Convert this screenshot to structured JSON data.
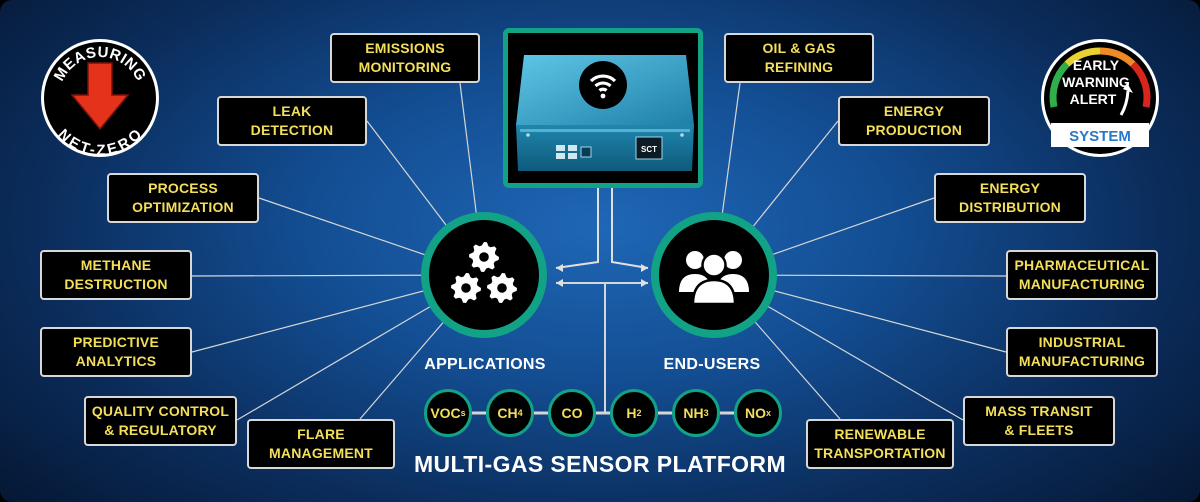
{
  "title": "MULTI-GAS SENSOR PLATFORM",
  "hubs": {
    "applications_label": "APPLICATIONS",
    "end_users_label": "END-USERS"
  },
  "applications": [
    {
      "id": "emissions-monitoring",
      "label": "EMISSIONS\nMONITORING"
    },
    {
      "id": "leak-detection",
      "label": "LEAK\nDETECTION"
    },
    {
      "id": "process-optimization",
      "label": "PROCESS\nOPTIMIZATION"
    },
    {
      "id": "methane-destruction",
      "label": "METHANE\nDESTRUCTION"
    },
    {
      "id": "predictive-analytics",
      "label": "PREDICTIVE\nANALYTICS"
    },
    {
      "id": "quality-control",
      "label": "QUALITY CONTROL\n& REGULATORY"
    },
    {
      "id": "flare-management",
      "label": "FLARE\nMANAGEMENT"
    }
  ],
  "end_users": [
    {
      "id": "oil-gas-refining",
      "label": "OIL & GAS\nREFINING"
    },
    {
      "id": "energy-production",
      "label": "ENERGY\nPRODUCTION"
    },
    {
      "id": "energy-distribution",
      "label": "ENERGY\nDISTRIBUTION"
    },
    {
      "id": "pharmaceutical-manufacturing",
      "label": "PHARMACEUTICAL\nMANUFACTURING"
    },
    {
      "id": "industrial-manufacturing",
      "label": "INDUSTRIAL\nMANUFACTURING"
    },
    {
      "id": "mass-transit",
      "label": "MASS TRANSIT\n& FLEETS"
    },
    {
      "id": "renewable-transportation",
      "label": "RENEWABLE\nTRANSPORTATION"
    }
  ],
  "gases": [
    {
      "base": "VOC",
      "sub": "s"
    },
    {
      "base": "CH",
      "sub": "4"
    },
    {
      "base": "CO",
      "sub": ""
    },
    {
      "base": "H",
      "sub": "2"
    },
    {
      "base": "NH",
      "sub": "3"
    },
    {
      "base": "NO",
      "sub": "x"
    }
  ],
  "badge_net_zero": {
    "top_text": "MEASURING",
    "bottom_text": "NET-ZERO"
  },
  "badge_alert": {
    "line1": "EARLY",
    "line2": "WARNING",
    "line3": "ALERT",
    "line4": "SYSTEM"
  },
  "device": {
    "brand": "SCT"
  },
  "colors": {
    "accent_teal": "#12a286",
    "label_yellow": "#f4df5a",
    "arrow_red": "#e5321b",
    "system_blue": "#2a78c8"
  }
}
